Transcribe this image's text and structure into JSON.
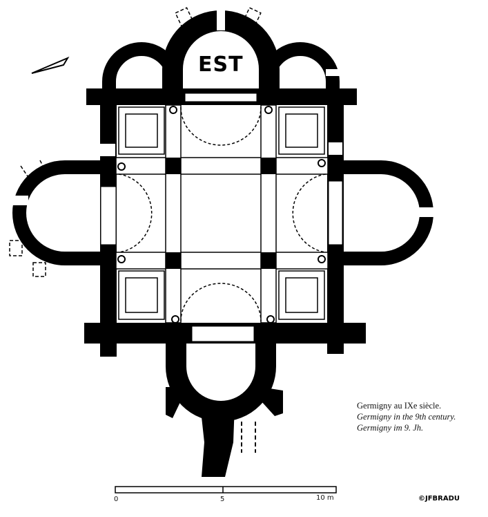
{
  "plan": {
    "orientation_label": "EST",
    "caption": {
      "french": "Germigny au IXe siècle.",
      "english": "Germigny in the 9th century.",
      "german": "Germigny im 9. Jh."
    },
    "scale": {
      "ticks": [
        "0",
        "5",
        "10 m"
      ]
    },
    "watermark": "©JFBRADU"
  },
  "colors": {
    "wall": "#000000",
    "paper": "#ffffff"
  }
}
